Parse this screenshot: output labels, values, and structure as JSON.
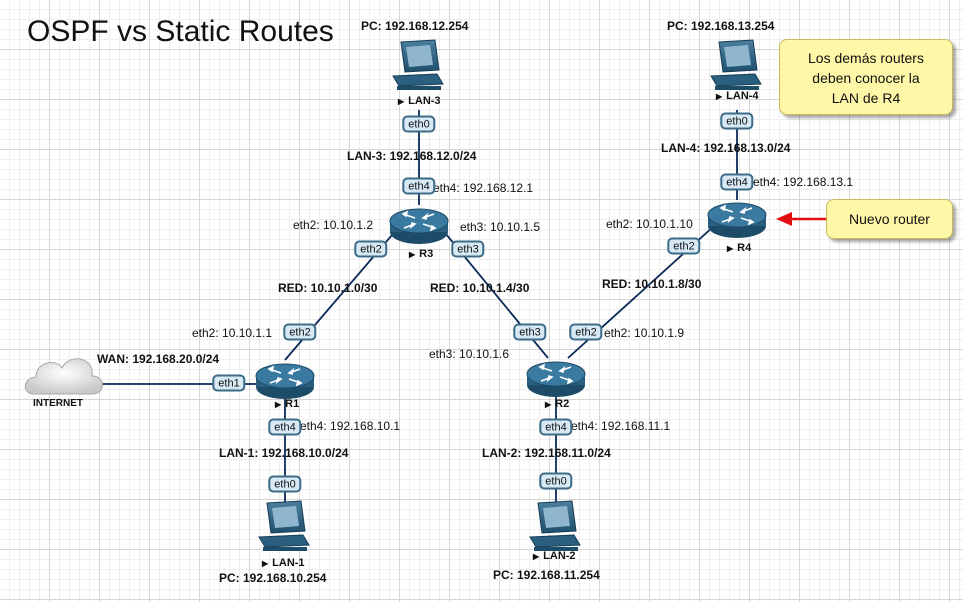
{
  "title": "OSPF vs Static Routes",
  "devices": {
    "r1": "R1",
    "r2": "R2",
    "r3": "R3",
    "r4": "R4",
    "lan1": "LAN-1",
    "lan2": "LAN-2",
    "lan3": "LAN-3",
    "lan4": "LAN-4",
    "internet": "INTERNET"
  },
  "ports": {
    "r1_eth1": "eth1",
    "r1_eth2": "eth2",
    "r1_eth4": "eth4",
    "r2_eth2": "eth2",
    "r2_eth3": "eth3",
    "r2_eth4": "eth4",
    "r3_eth2": "eth2",
    "r3_eth3": "eth3",
    "r3_eth4": "eth4",
    "r4_eth2": "eth2",
    "r4_eth4": "eth4",
    "lan1_eth0": "eth0",
    "lan2_eth0": "eth0",
    "lan3_eth0": "eth0",
    "lan4_eth0": "eth0"
  },
  "pc_labels": {
    "lan1": "PC: 192.168.10.254",
    "lan2": "PC: 192.168.11.254",
    "lan3": "PC: 192.168.12.254",
    "lan4": "PC: 192.168.13.254"
  },
  "network_labels": {
    "lan1": "LAN-1: 192.168.10.0/24",
    "lan2": "LAN-2: 192.168.11.0/24",
    "lan3": "LAN-3: 192.168.12.0/24",
    "lan4": "LAN-4: 192.168.13.0/24",
    "wan": "WAN: 192.168.20.0/24",
    "red_r1_r3": "RED: 10.10.1.0/30",
    "red_r3_r2": "RED: 10.10.1.4/30",
    "red_r2_r4": "RED: 10.10.1.8/30"
  },
  "ip_labels": {
    "r1_eth2": "eth2: 10.10.1.1",
    "r1_eth4": "eth4: 192.168.10.1",
    "r3_eth2": "eth2: 10.10.1.2",
    "r3_eth3": "eth3: 10.10.1.5",
    "r3_eth4": "eth4: 192.168.12.1",
    "r2_eth3": "eth3: 10.10.1.6",
    "r2_eth2": "eth2: 10.10.1.9",
    "r2_eth4": "eth4: 192.168.11.1",
    "r4_eth2": "eth2: 10.10.1.10",
    "r4_eth4": "eth4: 192.168.13.1"
  },
  "notes": {
    "routers": [
      "Los demás routers",
      "deben conocer la",
      "LAN de R4"
    ],
    "nuevo": "Nuevo router"
  },
  "colors": {
    "link": "#0a2a5a",
    "router_body": "#2f6a8d",
    "port_fill": "#d7e9f5",
    "note_fill": "#fff7a8",
    "arrow": "#e01010"
  }
}
